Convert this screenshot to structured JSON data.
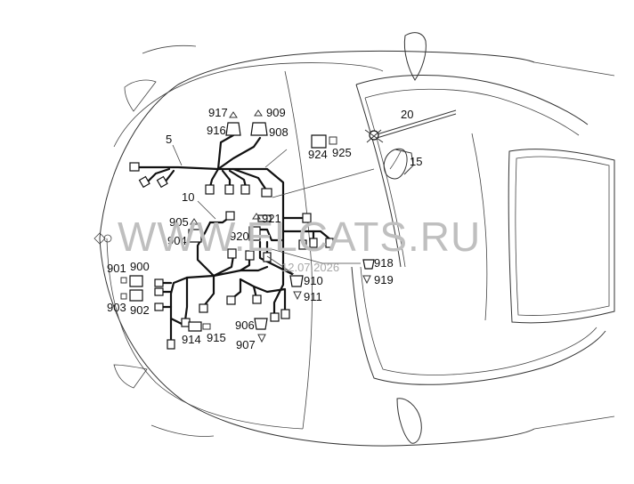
{
  "labels": {
    "l917": "917",
    "l909": "909",
    "l916": "916",
    "l908": "908",
    "l5": "5",
    "l20": "20",
    "l924": "924",
    "l925": "925",
    "l15": "15",
    "l10": "10",
    "l921": "921",
    "l905": "905",
    "l904": "904",
    "l920": "920",
    "l901": "901",
    "l900": "900",
    "l903": "903",
    "l902": "902",
    "l918": "918",
    "l919": "919",
    "l910": "910",
    "l911": "911",
    "l906": "906",
    "l907": "907",
    "l914": "914",
    "l915": "915"
  },
  "watermark": "WWW.ELCATS.RU",
  "watermark_date": "12.07.2026",
  "colors": {
    "line": "#333333",
    "harness": "#111111",
    "watermark": "#bfbfbf"
  }
}
